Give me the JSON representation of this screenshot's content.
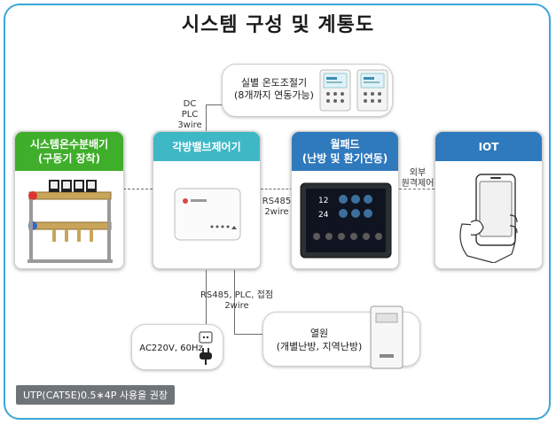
{
  "title": "시스템 구성 및 계통도",
  "boxes": {
    "manifold": {
      "line1": "시스템온수분배기",
      "line2": "(구동기 장착)",
      "color": "#3fae2a"
    },
    "valve_controller": {
      "line1": "각방밸브제어기",
      "color": "#3fb8c6"
    },
    "wallpad": {
      "line1": "월패드",
      "line2": "(난방 및 환기연동)",
      "color": "#2f79bd"
    },
    "iot": {
      "line1": "IOT",
      "color": "#2f79bd"
    }
  },
  "thermostat": {
    "line1": "실별 온도조절기",
    "line2": "(8개까지 연동가능)"
  },
  "labels": {
    "dc_plc": "DC PLC",
    "dc_wire": "3wire",
    "rs485": "RS485",
    "rs485_wire": "2wire",
    "external_1": "외부",
    "external_2": "원격제어",
    "bottom_1": "RS485, PLC, 접점",
    "bottom_2": "2wire"
  },
  "heat_source": {
    "line1": "열원",
    "line2": "(개별난방, 지역난방)"
  },
  "power": {
    "label": "AC220V, 60Hz"
  },
  "wallpad_screen": {
    "temp1": "12",
    "temp2": "24"
  },
  "footer": "UTP(CAT5E)0.5∗4P 사용을 권장"
}
